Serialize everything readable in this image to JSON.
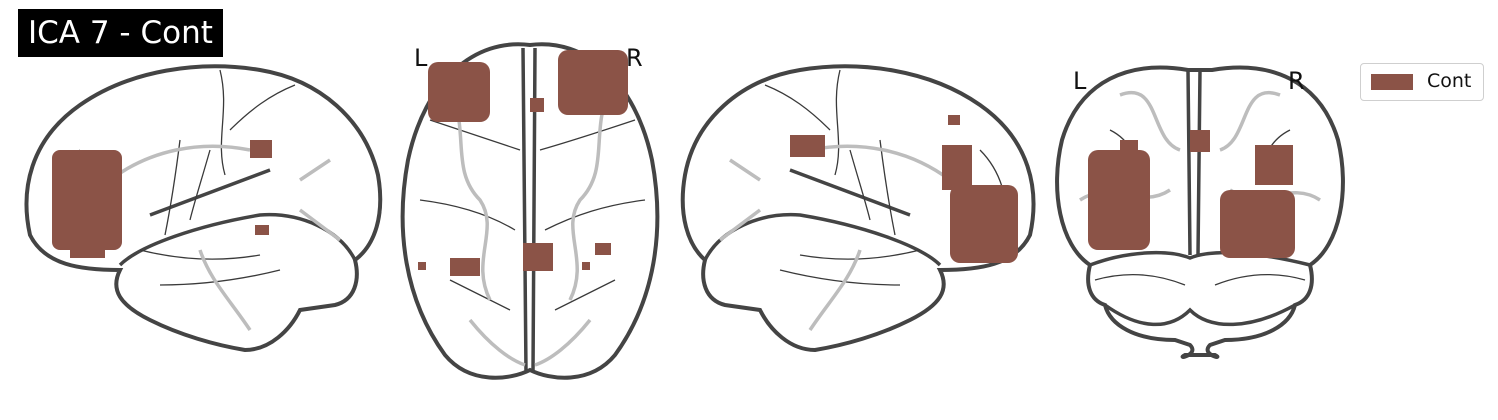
{
  "figure": {
    "title": "ICA 7 - Cont",
    "network_color": "#8b5347",
    "axial_labels": {
      "left": "L",
      "right": "R"
    },
    "coronal_labels": {
      "left": "L",
      "right": "R"
    },
    "legend": {
      "label": "Cont"
    }
  }
}
